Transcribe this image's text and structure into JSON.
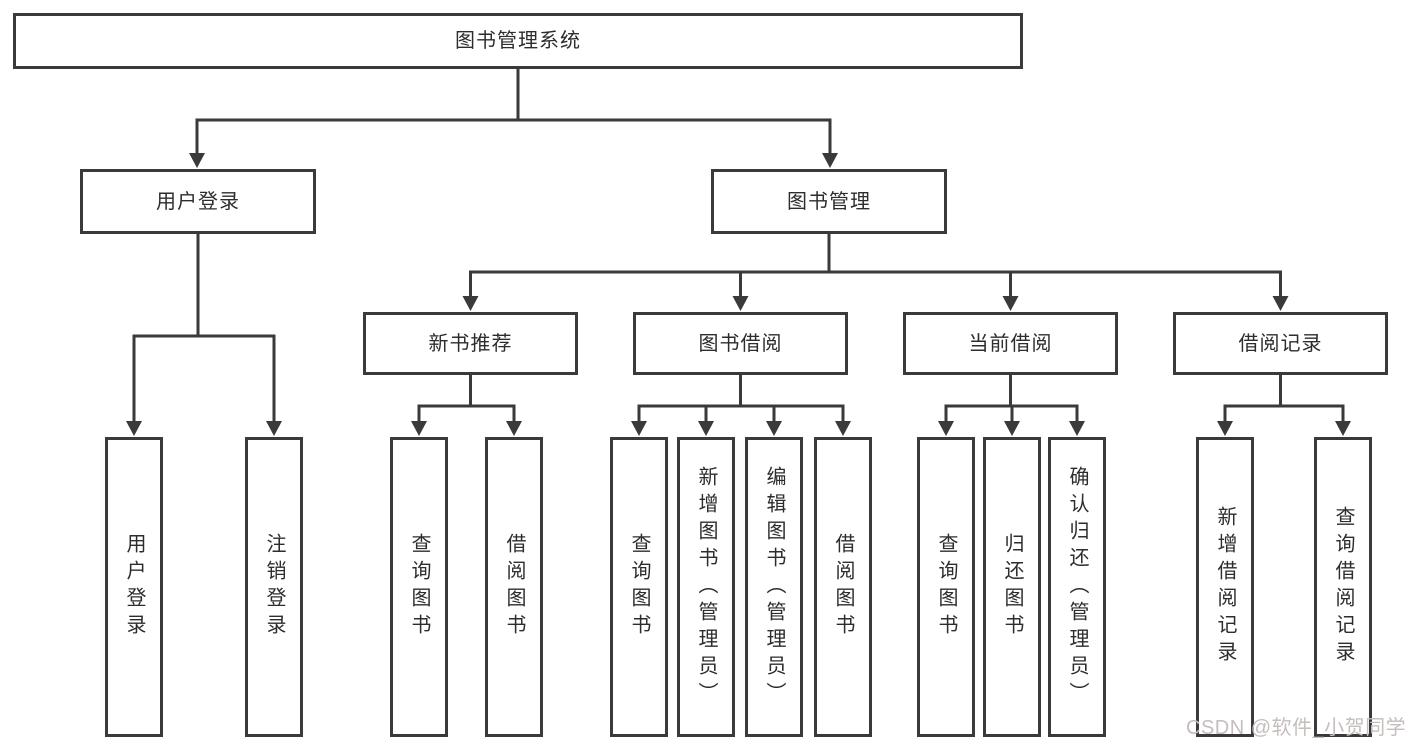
{
  "tree": {
    "root": {
      "label": "图书管理系统"
    },
    "branches": [
      {
        "label": "用户登录",
        "children": [
          {
            "label": "用户登录"
          },
          {
            "label": "注销登录"
          }
        ]
      },
      {
        "label": "图书管理",
        "children": [
          {
            "label": "新书推荐",
            "children": [
              {
                "label": "查询图书"
              },
              {
                "label": "借阅图书"
              }
            ]
          },
          {
            "label": "图书借阅",
            "children": [
              {
                "label": "查询图书"
              },
              {
                "label": "新增图书（管理员）"
              },
              {
                "label": "编辑图书（管理员）"
              },
              {
                "label": "借阅图书"
              }
            ]
          },
          {
            "label": "当前借阅",
            "children": [
              {
                "label": "查询图书"
              },
              {
                "label": "归还图书"
              },
              {
                "label": "确认归还（管理员）"
              }
            ]
          },
          {
            "label": "借阅记录",
            "children": [
              {
                "label": "新增借阅记录"
              },
              {
                "label": "查询借阅记录"
              }
            ]
          }
        ]
      }
    ]
  },
  "watermark": {
    "text": "CSDN @软件_小贺同学"
  },
  "colors": {
    "line": "#3a3a3a",
    "text": "#2d2d2d",
    "background": "#ffffff",
    "watermark": "#c6bdbd"
  }
}
